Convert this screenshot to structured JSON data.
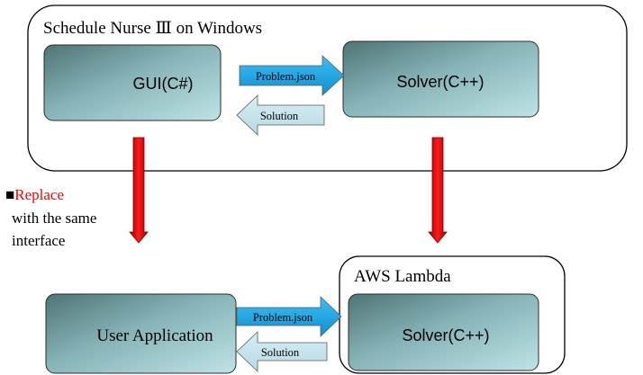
{
  "top_group": {
    "title": "Schedule Nurse Ⅲ on Windows"
  },
  "gui_box": {
    "label": "GUI(C#)"
  },
  "solver_top": {
    "label": "Solver(C++)"
  },
  "top_problem_arrow": {
    "label": "Problem.json"
  },
  "top_solution_arrow": {
    "label": "Solution"
  },
  "replace_note": {
    "bullet": "■",
    "highlight": "Replace",
    "line2": "with the same",
    "line3": "interface"
  },
  "aws_group": {
    "title": "AWS Lambda"
  },
  "user_app_box": {
    "label": "User Application"
  },
  "solver_bottom": {
    "label": "Solver(C++)"
  },
  "bottom_problem_arrow": {
    "label": "Problem.json"
  },
  "bottom_solution_arrow": {
    "label": "Solution"
  },
  "colors": {
    "replace_text": "#ff0000",
    "red_arrow": "#e00000",
    "blue_arrow": "#1fa9e8",
    "light_arrow": "#c6e3ec"
  }
}
